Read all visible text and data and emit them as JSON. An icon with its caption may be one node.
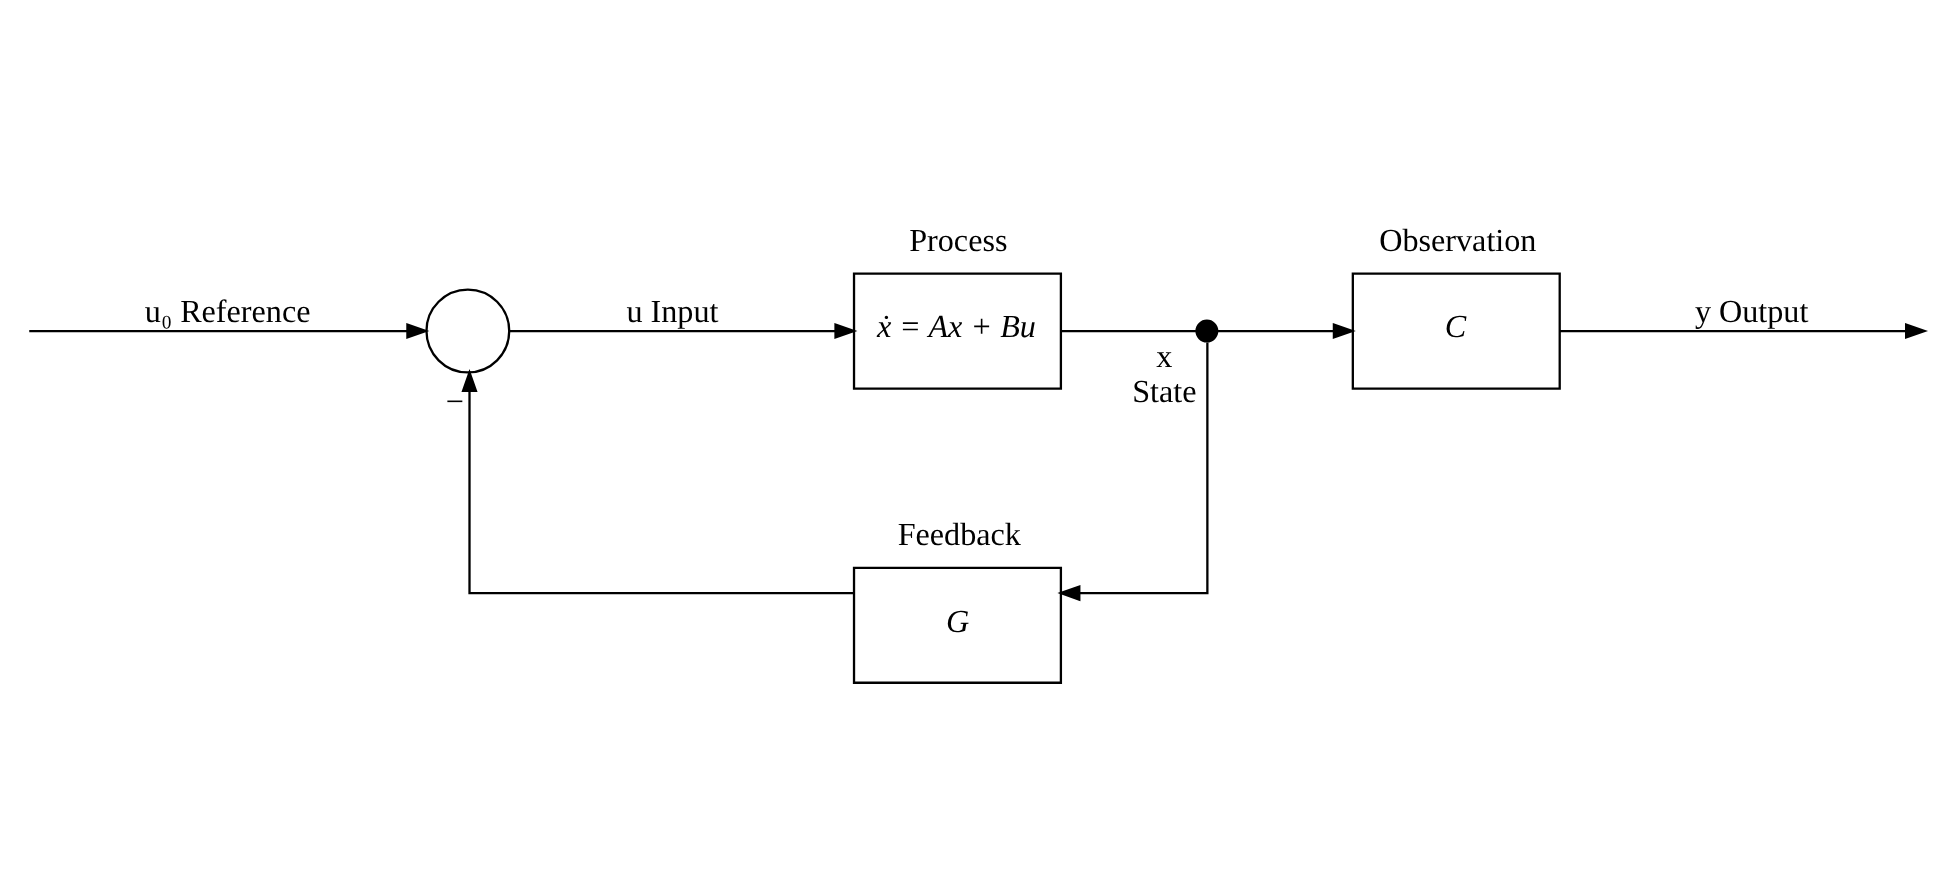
{
  "diagram": {
    "nodes": [
      {
        "text": [],
        "shape": "circle"
      },
      {
        "text": [
          "Process",
          "ẋ = Ax + Bu"
        ]
      },
      {
        "text": [],
        "shape": "circle",
        "beside": [
          "x",
          "State"
        ]
      },
      {
        "text": [
          "Observation",
          "C"
        ]
      },
      {
        "text": [
          "Feedback",
          "G"
        ]
      }
    ],
    "edges": [
      {
        "from": null,
        "to": 0,
        "arrow": "to",
        "label": "u₀ Reference"
      },
      {
        "from": 0,
        "to": 1,
        "arrow": "to",
        "label": "u Input"
      },
      {
        "from": 1,
        "to": 2,
        "arrow": "none"
      },
      {
        "from": 2,
        "to": 3,
        "arrow": "to"
      },
      {
        "from": 3,
        "to": null,
        "arrow": "to",
        "label": "y Output"
      },
      {
        "from": 2,
        "to": 4,
        "arrow": "to"
      },
      {
        "from": 4,
        "to": 0,
        "arrow": "to",
        "label": "−"
      }
    ]
  }
}
